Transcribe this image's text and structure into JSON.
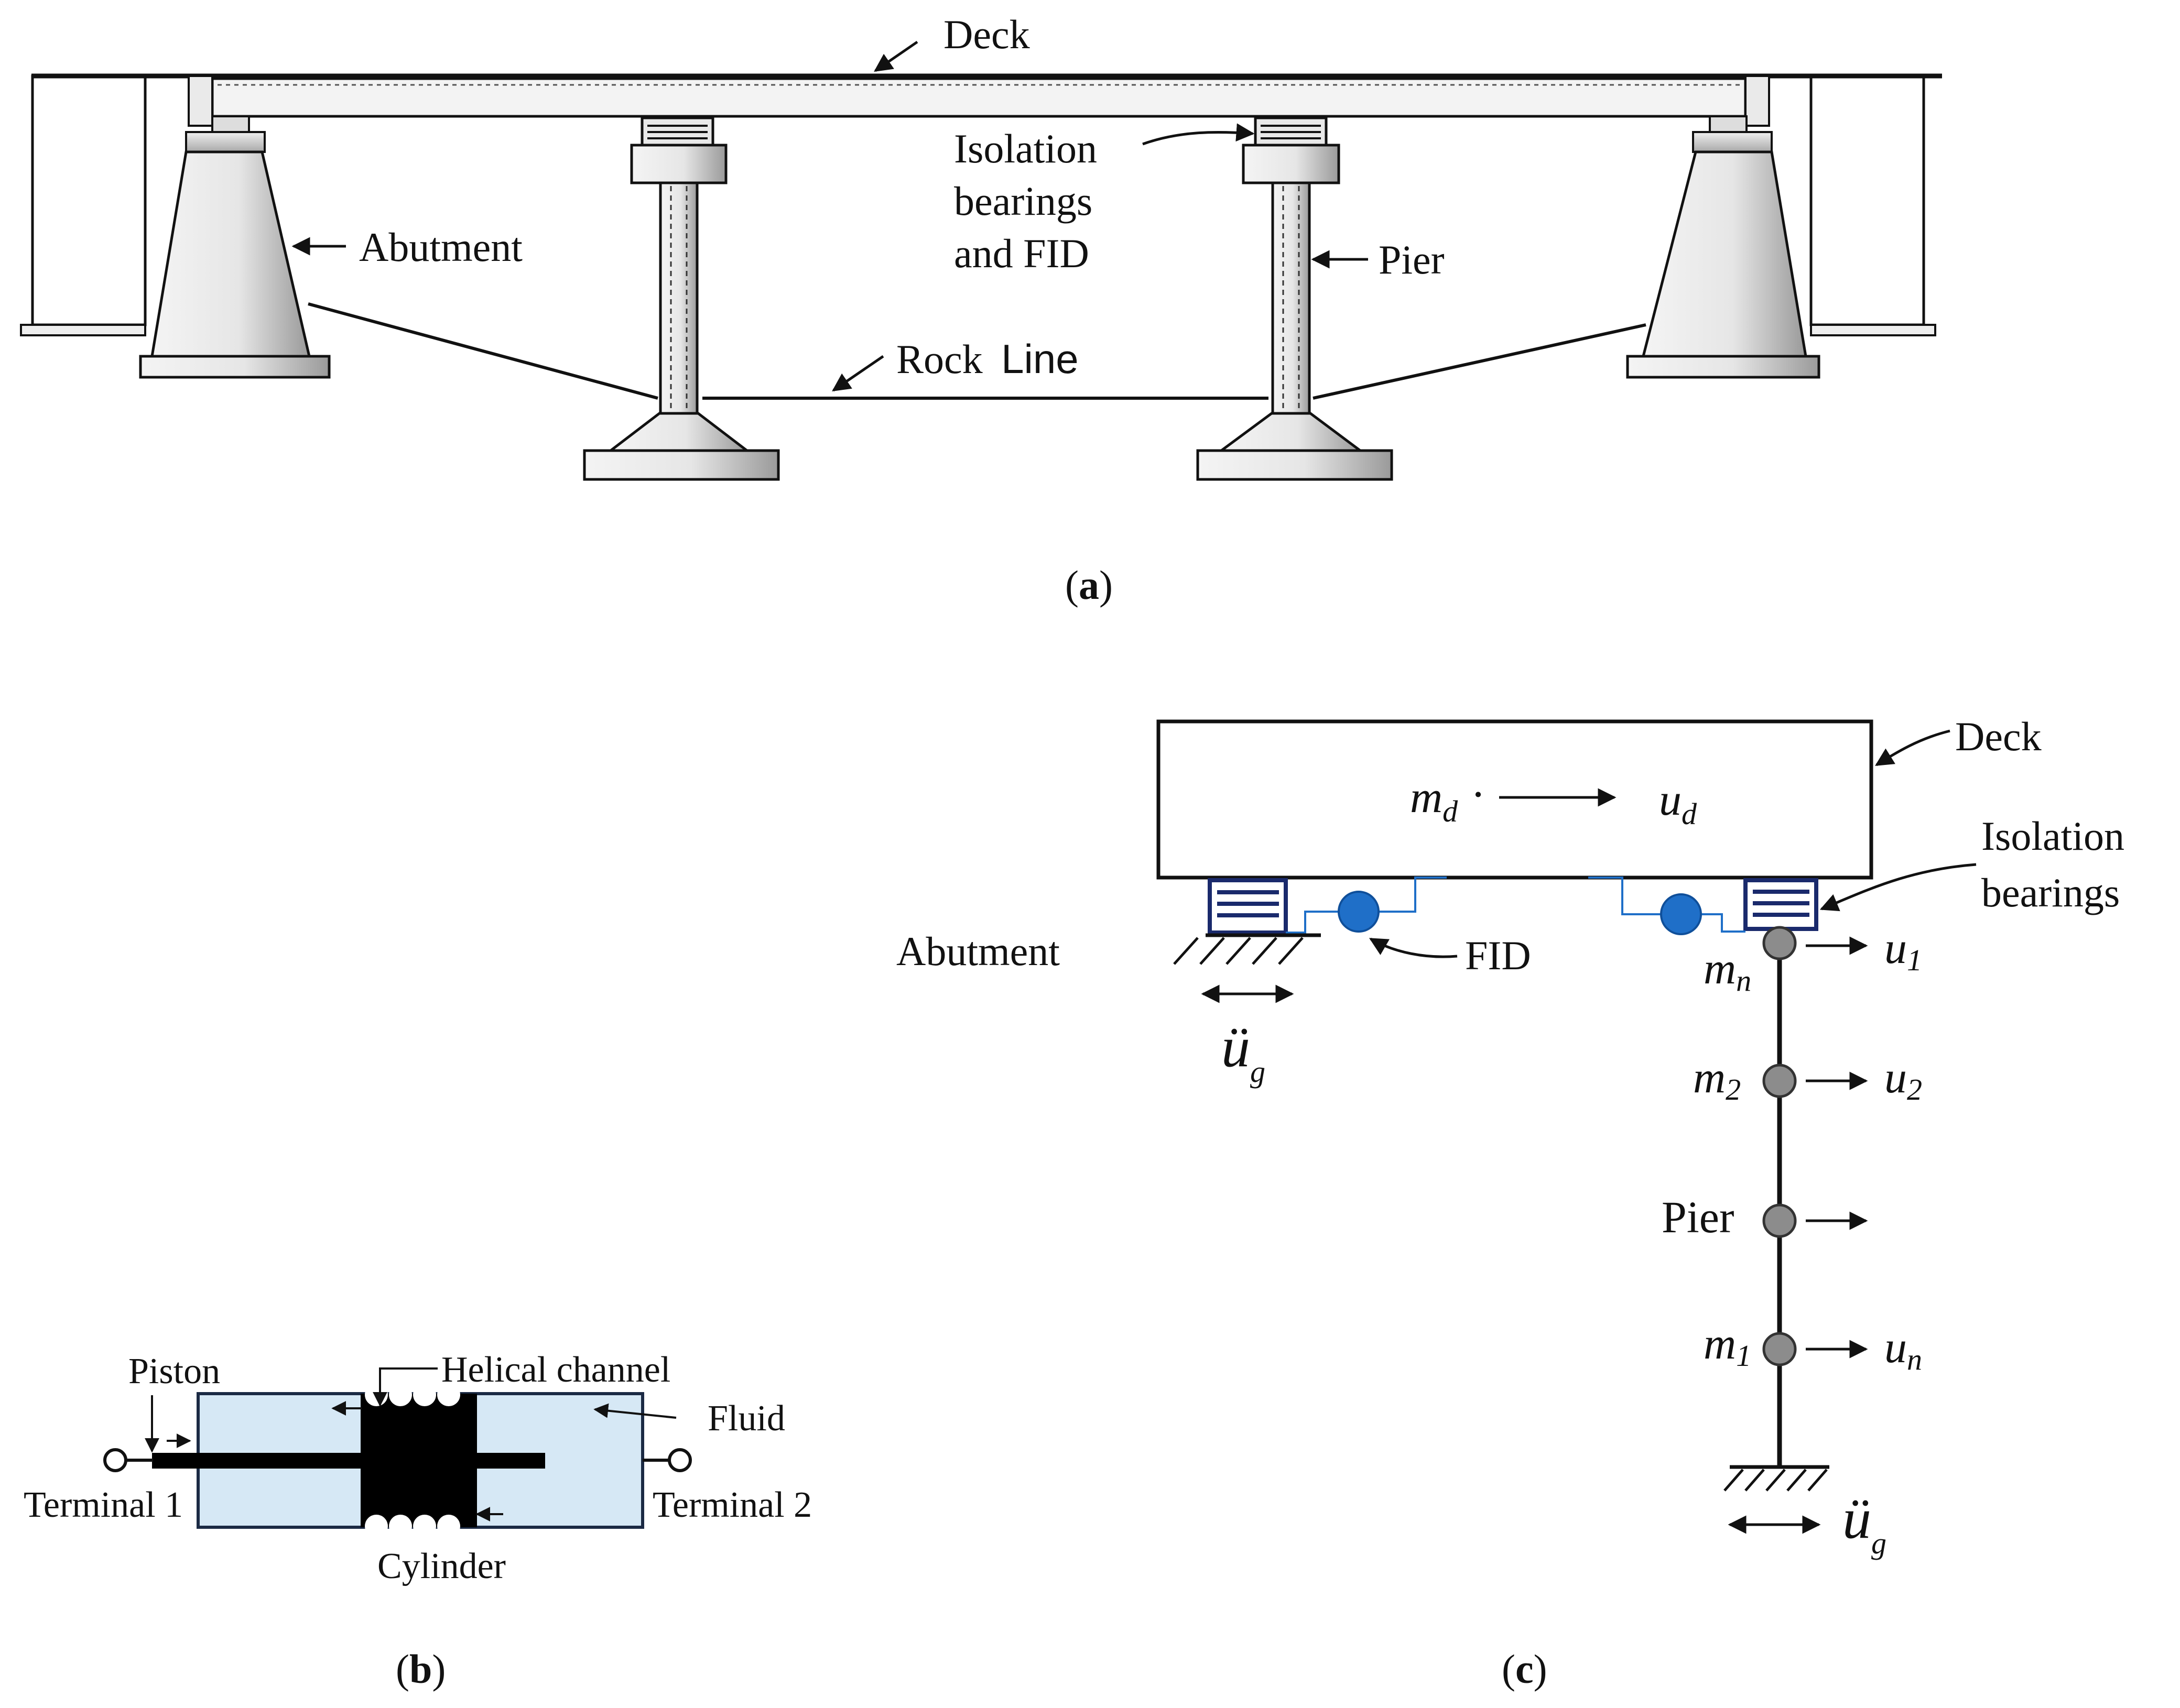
{
  "panel_a": {
    "caption_open": "(",
    "caption_letter": "a",
    "caption_close": ")",
    "labels": {
      "deck": "Deck",
      "isolation_line1": "Isolation",
      "isolation_line2": "bearings",
      "isolation_line3": "and FID",
      "abutment": "Abutment",
      "pier": "Pier",
      "rock_line_1": "Rock",
      "rock_line_2": "Line"
    }
  },
  "panel_b": {
    "caption_open": "(",
    "caption_letter": "b",
    "caption_close": ")",
    "labels": {
      "piston": "Piston",
      "helical_channel": "Helical channel",
      "fluid": "Fluid",
      "terminal_1": "Terminal 1",
      "terminal_2": "Terminal 2",
      "cylinder": "Cylinder"
    },
    "colors": {
      "fluid_fill": "#d6e8f5",
      "outline": "#1b2a44"
    }
  },
  "panel_c": {
    "caption_open": "(",
    "caption_letter": "c",
    "caption_close": ")",
    "labels": {
      "deck": "Deck",
      "isolation_line1": "Isolation",
      "isolation_line2": "bearings",
      "abutment": "Abutment",
      "fid": "FID",
      "pier": "Pier"
    },
    "symbols": {
      "md_base": "m",
      "md_sub": "d",
      "dot": "·",
      "ud_base": "u",
      "ud_sub": "d",
      "ug_base": "ü",
      "ug_sub": "g",
      "mn_base": "m",
      "mn_sub": "n",
      "u1_base": "u",
      "u1_sub": "1",
      "m2_base": "m",
      "m2_sub": "2",
      "u2_base": "u",
      "u2_sub": "2",
      "m1_base": "m",
      "m1_sub": "1",
      "un_base": "u",
      "un_sub": "n"
    },
    "colors": {
      "fid_blue": "#1f6fc8",
      "bearing_navy": "#1a2a6c",
      "node_gray": "#8c8c8c"
    }
  }
}
